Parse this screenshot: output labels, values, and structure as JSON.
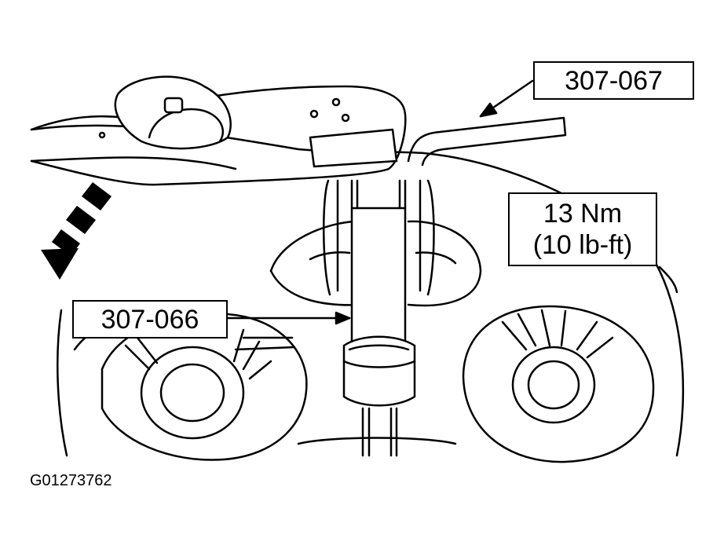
{
  "callouts": {
    "special_tool_wrench": "307-067",
    "special_tool_holder": "307-066",
    "torque_nm": "13 Nm",
    "torque_lbft": "(10 lb-ft)"
  },
  "figure_id": "G01273762",
  "colors": {
    "line": "#000000",
    "background": "#ffffff"
  }
}
